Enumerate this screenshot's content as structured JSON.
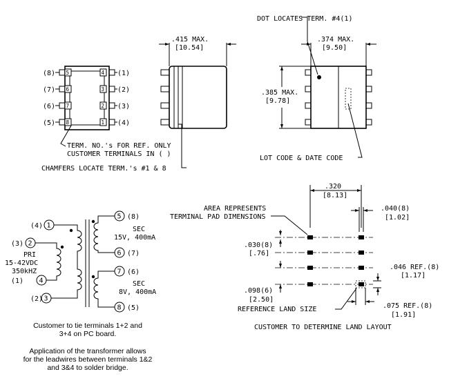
{
  "top_view": {
    "left_pins": [
      {
        "term": "(8)",
        "num": "5"
      },
      {
        "term": "(7)",
        "num": "6"
      },
      {
        "term": "(6)",
        "num": "7"
      },
      {
        "term": "(5)",
        "num": "8"
      }
    ],
    "right_pins": [
      {
        "term": "(1)",
        "num": "4"
      },
      {
        "term": "(2)",
        "num": "3"
      },
      {
        "term": "(3)",
        "num": "2"
      },
      {
        "term": "(4)",
        "num": "1"
      }
    ],
    "note_line1": "TERM. NO.'s FOR REF. ONLY",
    "note_line2": "CUSTOMER TERMINALS IN ( )",
    "chamfer_note": "CHAMFERS LOCATE TERM.'s #1 & 8"
  },
  "side_view": {
    "width_in": ".415 MAX.",
    "width_mm": "[10.54]"
  },
  "end_view": {
    "dot_note": "DOT LOCATES TERM. #4(1)",
    "width_in": ".374 MAX.",
    "width_mm": "[9.50]",
    "height_in": ".385 MAX.",
    "height_mm": "[9.78]",
    "lot_note": "LOT CODE & DATE CODE"
  },
  "schematic": {
    "pri_pins": [
      {
        "term": "(4)",
        "num": "1"
      },
      {
        "term": "(3)",
        "num": "2"
      },
      {
        "term": "(1)",
        "num": "4"
      },
      {
        "term": "(2)",
        "num": "3"
      }
    ],
    "pri_label": [
      "PRI",
      "15-42VDC",
      "350kHZ"
    ],
    "sec_pins": [
      {
        "num": "5",
        "term": "(8)"
      },
      {
        "num": "6",
        "term": "(7)"
      },
      {
        "num": "7",
        "term": "(6)"
      },
      {
        "num": "8",
        "term": "(5)"
      }
    ],
    "sec1_label": [
      "SEC",
      "15V, 400mA"
    ],
    "sec2_label": [
      "SEC",
      "8V, 400mA"
    ],
    "note1": [
      "Customer to tie terminals 1+2 and",
      "3+4 on PC board."
    ],
    "note2": [
      "Application of the transformer allows",
      "for the leadwires between terminals 1&2",
      "and 3&4 to solder bridge."
    ]
  },
  "land_layout": {
    "pitch_in": ".320",
    "pitch_mm": "[8.13]",
    "pad_width_in": ".040(8)",
    "pad_width_mm": "[1.02]",
    "area_note": [
      "AREA REPRESENTS",
      "TERMINAL PAD DIMENSIONS"
    ],
    "pad_height_in": ".030(8)",
    "pad_height_mm": "[.76]",
    "spacing_in": ".098(6)",
    "spacing_mm": "[2.50]",
    "ref_046_in": ".046 REF.(8)",
    "ref_046_mm": "[1.17]",
    "ref_075_in": ".075 REF.(8)",
    "ref_075_mm": "[1.91]",
    "ref_land_note": "REFERENCE LAND SIZE",
    "title": "CUSTOMER TO DETERMINE LAND LAYOUT"
  }
}
